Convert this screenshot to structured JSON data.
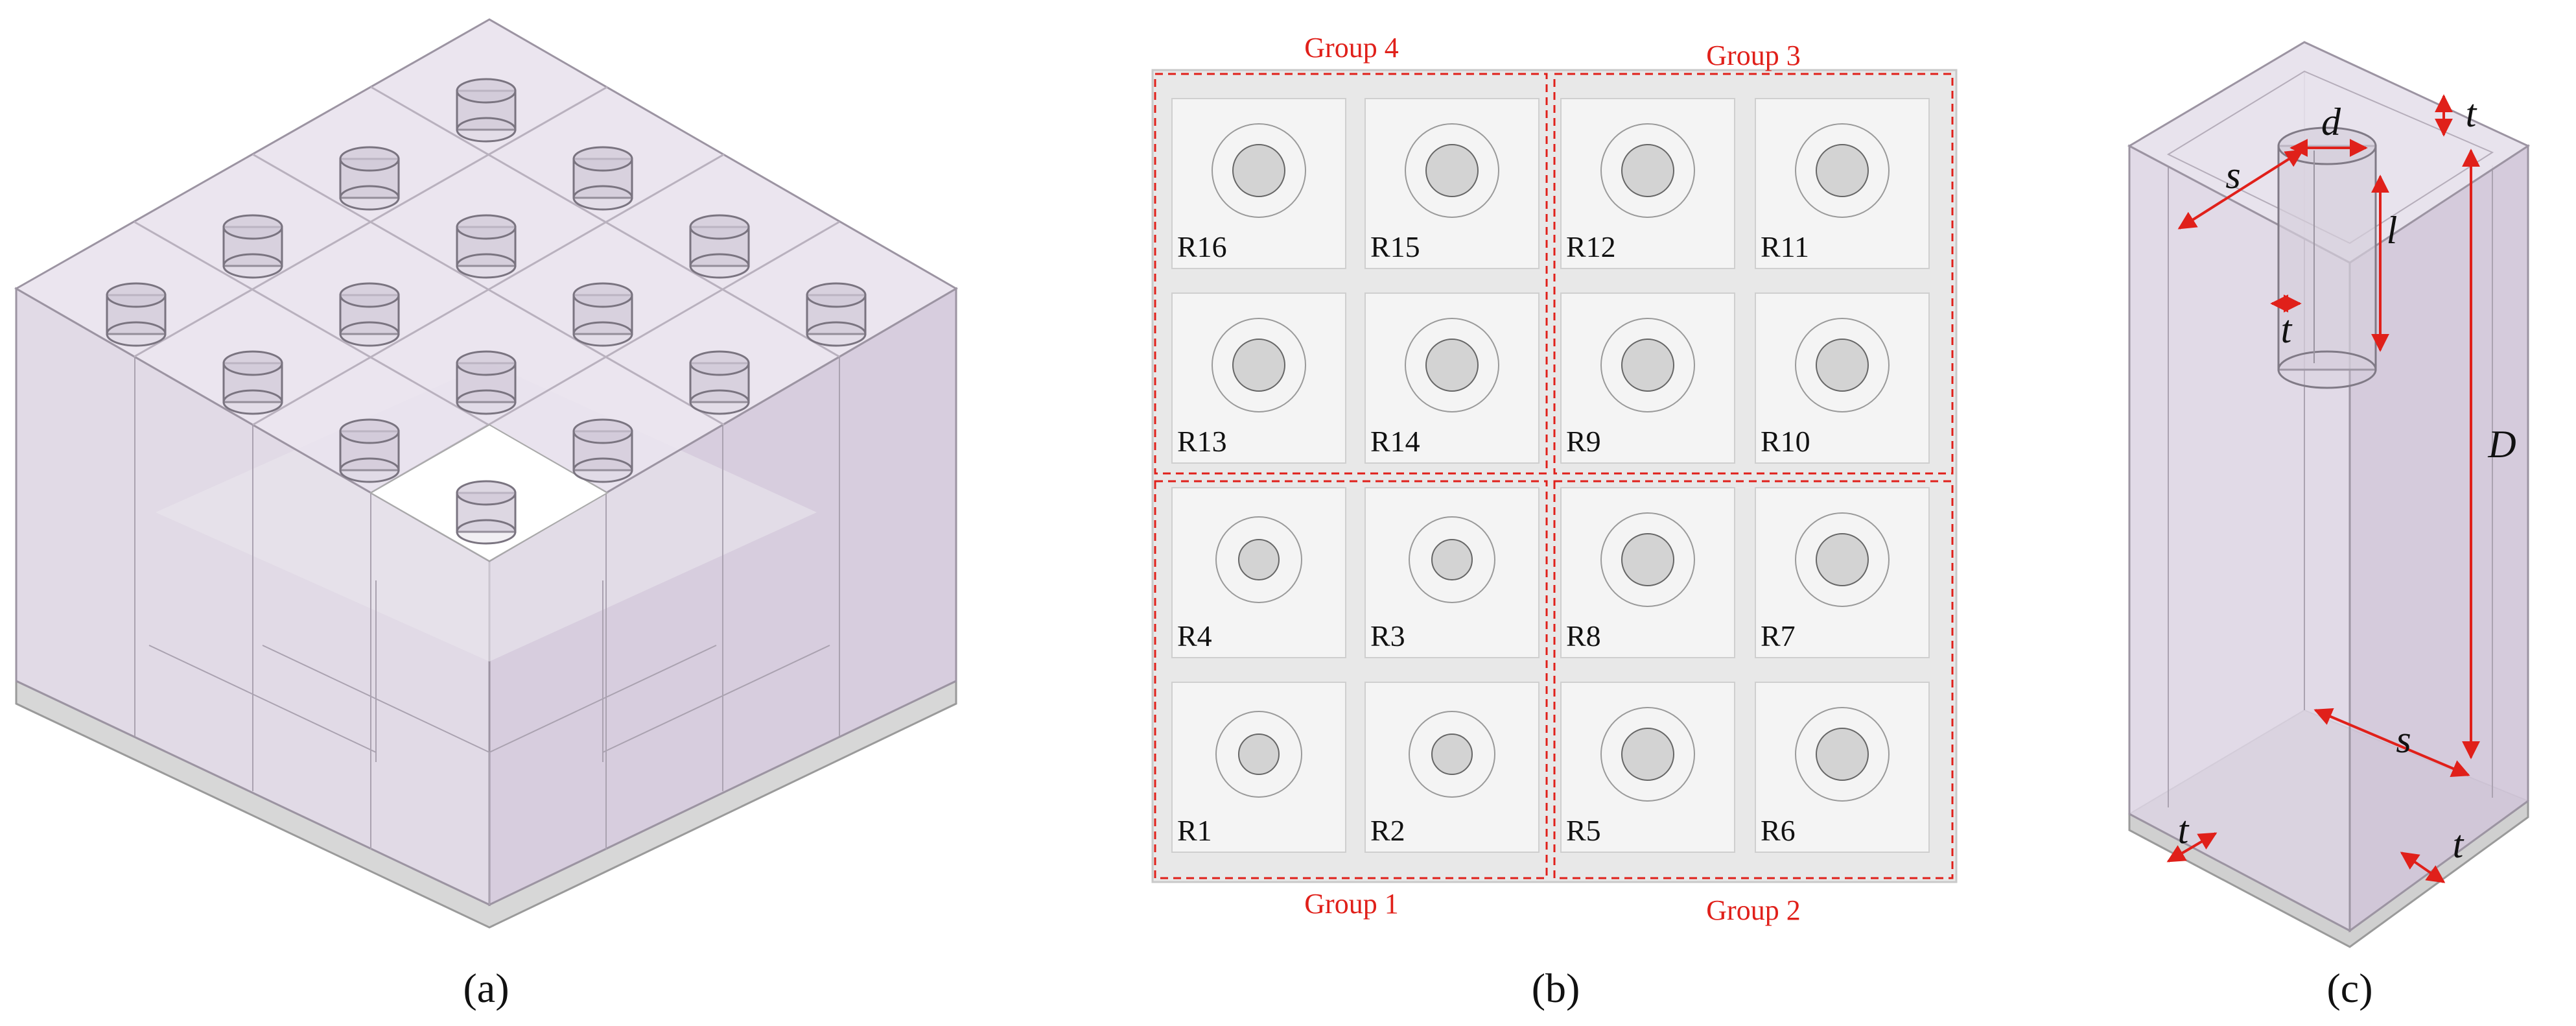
{
  "panel_a": {
    "caption": "(a)"
  },
  "panel_b": {
    "caption": "(b)",
    "groups": [
      {
        "label": "Group 4"
      },
      {
        "label": "Group 3"
      },
      {
        "label": "Group 1"
      },
      {
        "label": "Group 2"
      }
    ],
    "resonators": [
      {
        "label": "R16",
        "disk": "large"
      },
      {
        "label": "R15",
        "disk": "large"
      },
      {
        "label": "R12",
        "disk": "large"
      },
      {
        "label": "R11",
        "disk": "large"
      },
      {
        "label": "R13",
        "disk": "large"
      },
      {
        "label": "R14",
        "disk": "large"
      },
      {
        "label": "R9",
        "disk": "large"
      },
      {
        "label": "R10",
        "disk": "large"
      },
      {
        "label": "R4",
        "disk": "small"
      },
      {
        "label": "R3",
        "disk": "small"
      },
      {
        "label": "R8",
        "disk": "large"
      },
      {
        "label": "R7",
        "disk": "large"
      },
      {
        "label": "R1",
        "disk": "small"
      },
      {
        "label": "R2",
        "disk": "small"
      },
      {
        "label": "R5",
        "disk": "large"
      },
      {
        "label": "R6",
        "disk": "large"
      }
    ]
  },
  "panel_c": {
    "caption": "(c)",
    "dimensions": {
      "s_top": "s",
      "d": "d",
      "t_top": "t",
      "l": "l",
      "t_wall": "t",
      "D": "D",
      "s_bottom": "s",
      "t_bottom_left": "t",
      "t_bottom_right": "t"
    }
  },
  "colors": {
    "annotation": "#e0201a",
    "shell": "#d9d0e0",
    "shell_edge": "#a8a0ad",
    "cavity_face": "#f4f4f4",
    "disk": "#d3d3d3"
  }
}
